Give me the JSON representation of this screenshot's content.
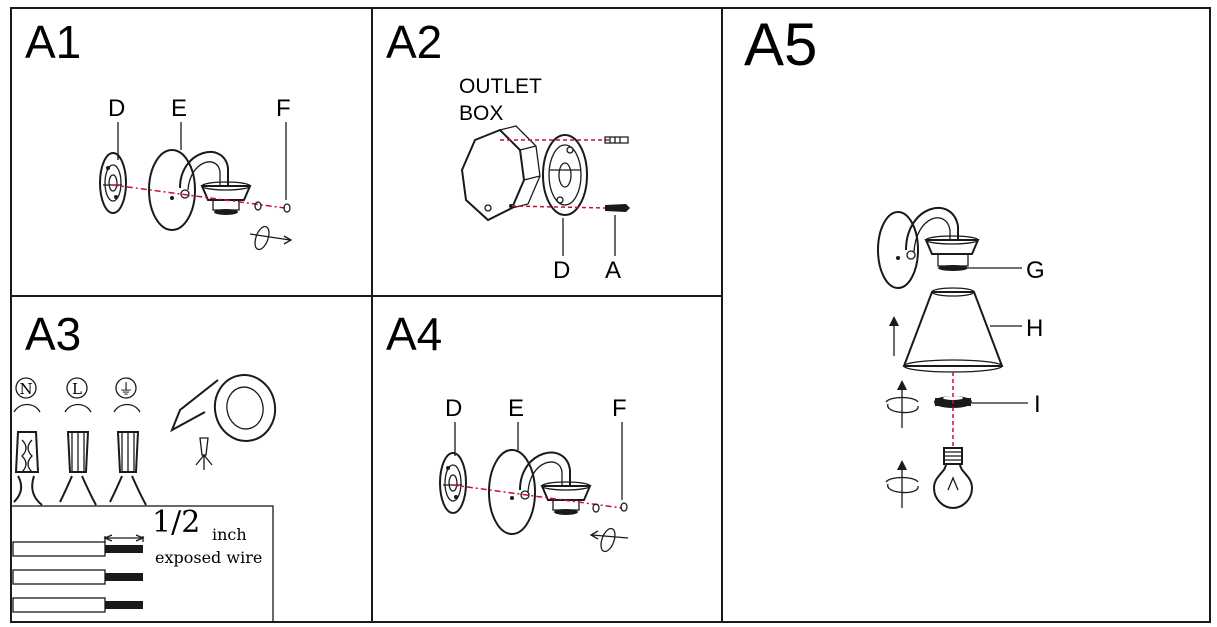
{
  "panels": {
    "a1": {
      "title": "A1",
      "labels": {
        "d": "D",
        "e": "E",
        "f": "F"
      }
    },
    "a2": {
      "title": "A2",
      "outlet_line1": "OUTLET",
      "outlet_line2": "BOX",
      "labels": {
        "d": "D",
        "a": "A"
      }
    },
    "a3": {
      "title": "A3",
      "symbols": [
        "N",
        "L",
        "⏚"
      ],
      "fraction": "1/2",
      "unit": "inch",
      "exposed": "exposed wire"
    },
    "a4": {
      "title": "A4",
      "labels": {
        "d": "D",
        "e": "E",
        "f": "F"
      }
    },
    "a5": {
      "title": "A5",
      "labels": {
        "g": "G",
        "h": "H",
        "i": "I"
      }
    }
  },
  "colors": {
    "line": "#1a1a1a",
    "axis_red": "#c8102e",
    "background": "#ffffff"
  }
}
